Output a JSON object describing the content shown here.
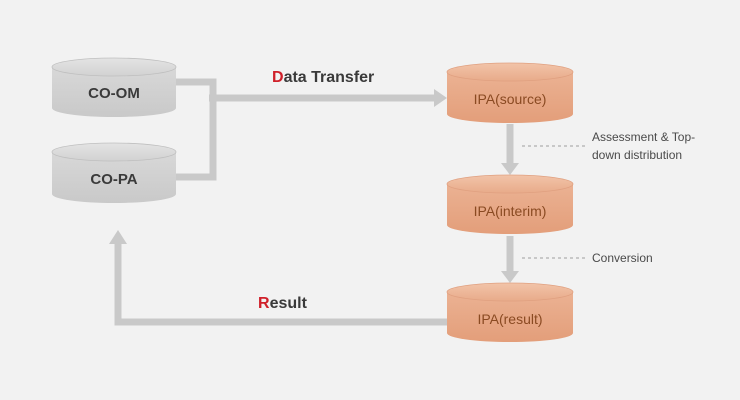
{
  "nodes": {
    "co_om": "CO-OM",
    "co_pa": "CO-PA",
    "ipa_source": "IPA(source)",
    "ipa_interim": "IPA(interim)",
    "ipa_result": "IPA(result)"
  },
  "edges": {
    "data_transfer": {
      "initial": "D",
      "rest": "ata Transfer"
    },
    "result": {
      "initial": "R",
      "rest": "esult"
    }
  },
  "notes": {
    "assessment_line1": "Assessment & Top-",
    "assessment_line2": "down distribution",
    "conversion": "Conversion"
  },
  "colors": {
    "background": "#f2f2f2",
    "gray_cylinder": "#d3d3d3",
    "orange_cylinder": "#e9a987",
    "arrow": "#c9c9c9",
    "accent_initial": "#d0202a",
    "gray_label": "#3a3a3a",
    "orange_label": "#8a4a22"
  }
}
